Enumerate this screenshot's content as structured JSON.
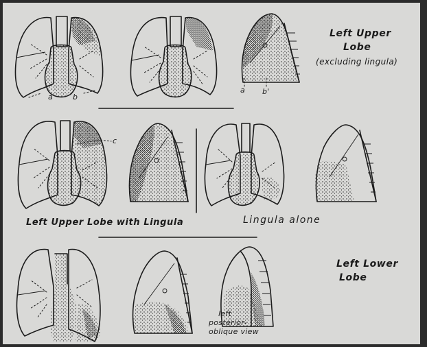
{
  "labels": {
    "left_upper_lobe": "Left Upper",
    "left_upper_lobe_2": "Lobe",
    "excluding": "(excluding lingula)",
    "with_lingula": "Left Upper Lobe with Lingula",
    "lingula_alone": "Lingula  alone",
    "left_lower": "Left Lower",
    "left_lower_2": "Lobe",
    "oblique_1": "left",
    "oblique_2": "posterior-",
    "oblique_3": "oblique view",
    "marker_a": "a",
    "marker_b": "b",
    "marker_a2": "a",
    "marker_b2": "b'",
    "marker_c": "c"
  }
}
